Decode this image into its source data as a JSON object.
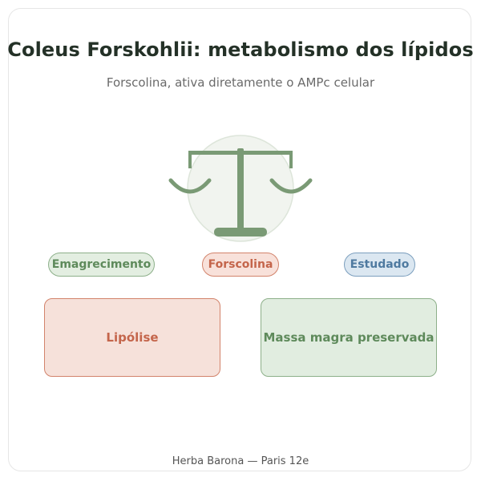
{
  "title": "Coleus Forskohlii: metabolismo dos lípidos",
  "subtitle": "Forscolina, ativa diretamente o AMPc celular",
  "icon": "balance-scale-icon",
  "tags": [
    {
      "label": "Emagrecimento",
      "color": "#5e8a5b"
    },
    {
      "label": "Forscolina",
      "color": "#c4654b"
    },
    {
      "label": "Estudado",
      "color": "#4f7aa0"
    }
  ],
  "boxes": [
    {
      "label": "Lipólise",
      "color": "#c4654b"
    },
    {
      "label": "Massa magra preservada",
      "color": "#5e8a5b"
    }
  ],
  "footer": "Herba Barona — Paris 12e"
}
